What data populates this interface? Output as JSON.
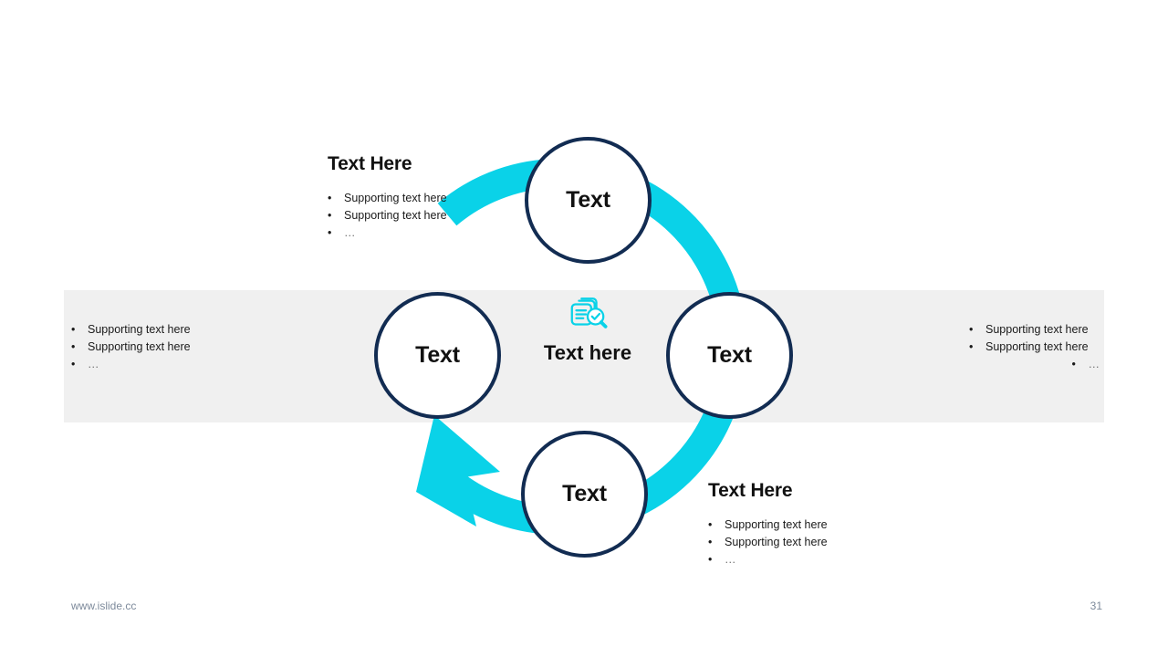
{
  "slide": {
    "background_color": "#ffffff",
    "band_color": "#f0f0f0",
    "accent_cyan": "#0ad2e8",
    "accent_navy": "#122c52"
  },
  "cycle": {
    "center": {
      "icon": "document-check-magnifier-icon",
      "label": "Text here"
    },
    "nodes": [
      {
        "position": "top",
        "label": "Text"
      },
      {
        "position": "right",
        "label": "Text"
      },
      {
        "position": "bottom",
        "label": "Text"
      },
      {
        "position": "left",
        "label": "Text"
      }
    ],
    "arrow_direction": "counter-clockwise"
  },
  "blocks": {
    "top_left": {
      "heading": "Text Here",
      "items": [
        "Supporting  text here",
        "Supporting  text here",
        "…"
      ]
    },
    "middle_left": {
      "heading": "",
      "items": [
        "Supporting  text here",
        "Supporting  text here",
        "…"
      ]
    },
    "middle_right": {
      "heading": "",
      "items": [
        "Supporting  text here",
        "Supporting  text here",
        "…"
      ]
    },
    "bottom_right": {
      "heading": "Text Here",
      "items": [
        "Supporting  text here",
        "Supporting  text here",
        "…"
      ]
    }
  },
  "bullet_glyph": "•",
  "footer": {
    "url": "www.islide.cc",
    "page_number": "31"
  }
}
